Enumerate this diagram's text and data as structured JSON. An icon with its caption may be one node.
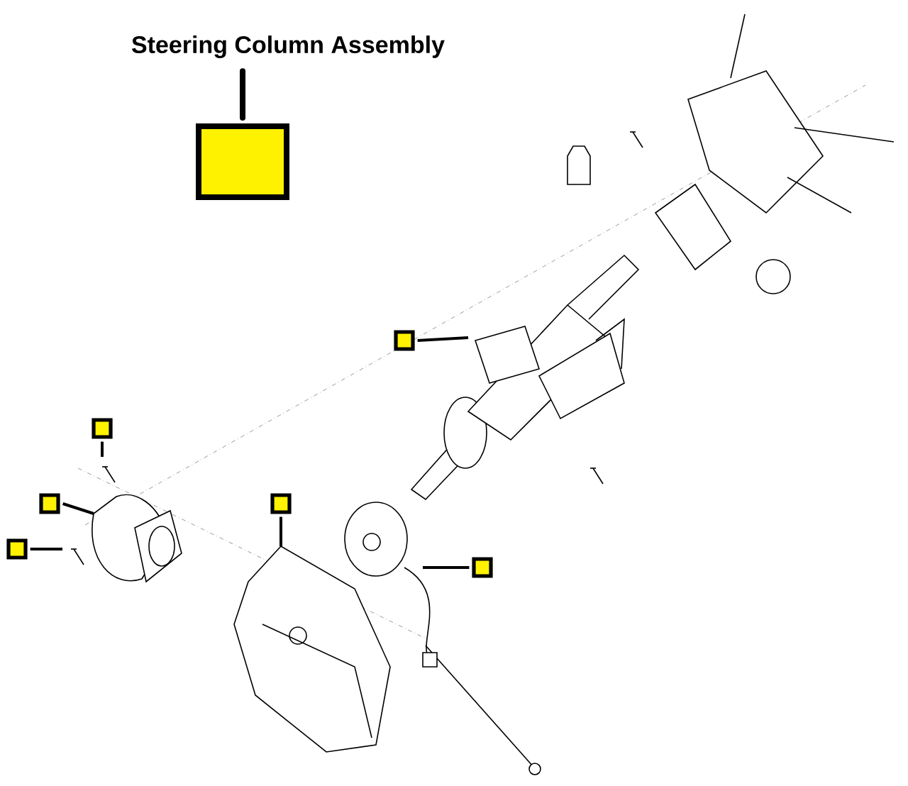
{
  "diagram": {
    "nodes": [
      {
        "text": [
          "Steering Column Assembly"
        ]
      },
      {
        "text": [],
        "shape": "box"
      },
      {
        "text": [],
        "shape": "box"
      },
      {
        "text": [],
        "shape": "box"
      },
      {
        "text": [],
        "shape": "box"
      },
      {
        "text": [],
        "shape": "box"
      },
      {
        "text": [],
        "shape": "box"
      },
      {
        "text": [],
        "shape": "box"
      }
    ],
    "edges": [
      {
        "from": 1,
        "to": 0,
        "arrow": "none",
        "style": "thick"
      },
      {
        "from": 2,
        "to": null,
        "arrow": "none"
      },
      {
        "from": 3,
        "to": null,
        "arrow": "none"
      },
      {
        "from": 4,
        "to": null,
        "arrow": "none"
      },
      {
        "from": 5,
        "to": null,
        "arrow": "none"
      },
      {
        "from": 6,
        "to": null,
        "arrow": "none"
      },
      {
        "from": 7,
        "to": null,
        "arrow": "none"
      }
    ]
  }
}
